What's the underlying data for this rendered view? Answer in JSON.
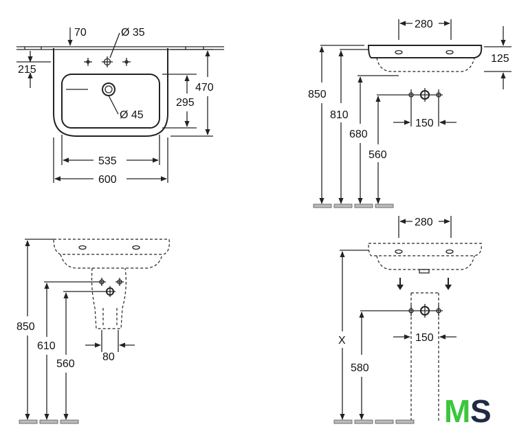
{
  "views": {
    "front": {
      "dims": {
        "offset_70": "70",
        "tap_hole": "Ø 35",
        "h_215": "215",
        "h_470": "470",
        "h_295": "295",
        "waste": "Ø 45",
        "w_535": "535",
        "w_600": "600"
      }
    },
    "side_top": {
      "dims": {
        "w_280": "280",
        "h_125": "125",
        "h_850": "850",
        "h_810": "810",
        "h_680": "680",
        "h_560": "560",
        "w_150": "150"
      }
    },
    "side_pedestal": {
      "dims": {
        "h_850": "850",
        "h_610": "610",
        "h_560": "560",
        "w_80": "80"
      }
    },
    "side_x": {
      "dims": {
        "w_280": "280",
        "x": "X",
        "h_580": "580",
        "w_150": "150"
      }
    }
  },
  "logo": {
    "letters_m": "M",
    "letters_s": "S",
    "color_m": "#3cc63c",
    "color_s": "#1f2a44"
  },
  "colors": {
    "line": "#222222",
    "background": "#ffffff"
  }
}
